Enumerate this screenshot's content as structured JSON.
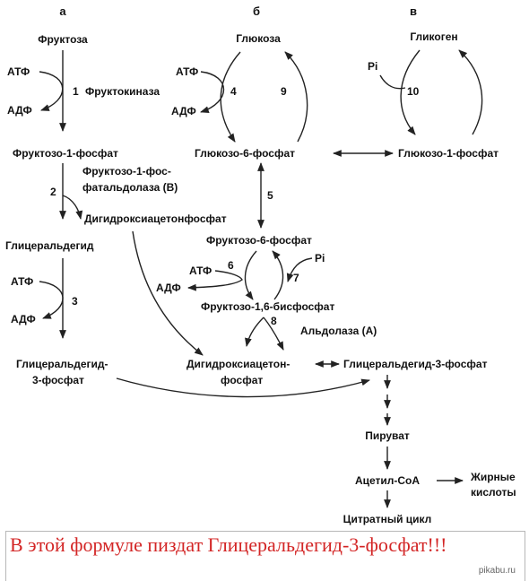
{
  "columns": {
    "a": "а",
    "b": "б",
    "c": "в"
  },
  "nodes": {
    "fructose": "Фруктоза",
    "glucose": "Глюкоза",
    "glycogen": "Гликоген",
    "atp1": "АТФ",
    "adp1": "АДФ",
    "atp4": "АТФ",
    "adp4": "АДФ",
    "pi10": "Pi",
    "f1p": "Фруктозо-1-фосфат",
    "g6p": "Глюкозо-6-фосфат",
    "g1p": "Глюкозо-1-фосфат",
    "aldolase_b_line1": "Фруктозо-1-фос-",
    "aldolase_b_line2": "фатальдолаза (В)",
    "dhap_top": "Дигидроксиацетонфосфат",
    "glyceraldehyde": "Глицеральдегид",
    "f6p": "Фруктозо-6-фосфат",
    "atp6": "АТФ",
    "adp6": "АДФ",
    "pi7": "Pi",
    "atp3": "АТФ",
    "adp3": "АДФ",
    "f16bp": "Фруктозо-1,6-бисфосфат",
    "aldolase_a": "Альдолаза (А)",
    "g3p_left_line1": "Глицеральдегид-",
    "g3p_left_line2": "3-фосфат",
    "dhap_bottom_line1": "Дигидроксиацетон-",
    "dhap_bottom_line2": "фосфат",
    "g3p_right": "Глицеральдегид-3-фосфат",
    "pyruvate": "Пируват",
    "acetyl_coa": "Ацетил-СоА",
    "fatty_acids_line1": "Жирные",
    "fatty_acids_line2": "кислоты",
    "citric_cycle": "Цитратный цикл"
  },
  "steps": {
    "s1": "1",
    "s1_enzyme": "Фруктокиназа",
    "s2": "2",
    "s3": "3",
    "s4": "4",
    "s5": "5",
    "s6": "6",
    "s7": "7",
    "s8": "8",
    "s9": "9",
    "s10": "10"
  },
  "caption": {
    "text": "В этой формуле пиздат Глицеральдегид-3-фосфат!!!",
    "color": "#d32525"
  },
  "watermark": "pikabu.ru"
}
